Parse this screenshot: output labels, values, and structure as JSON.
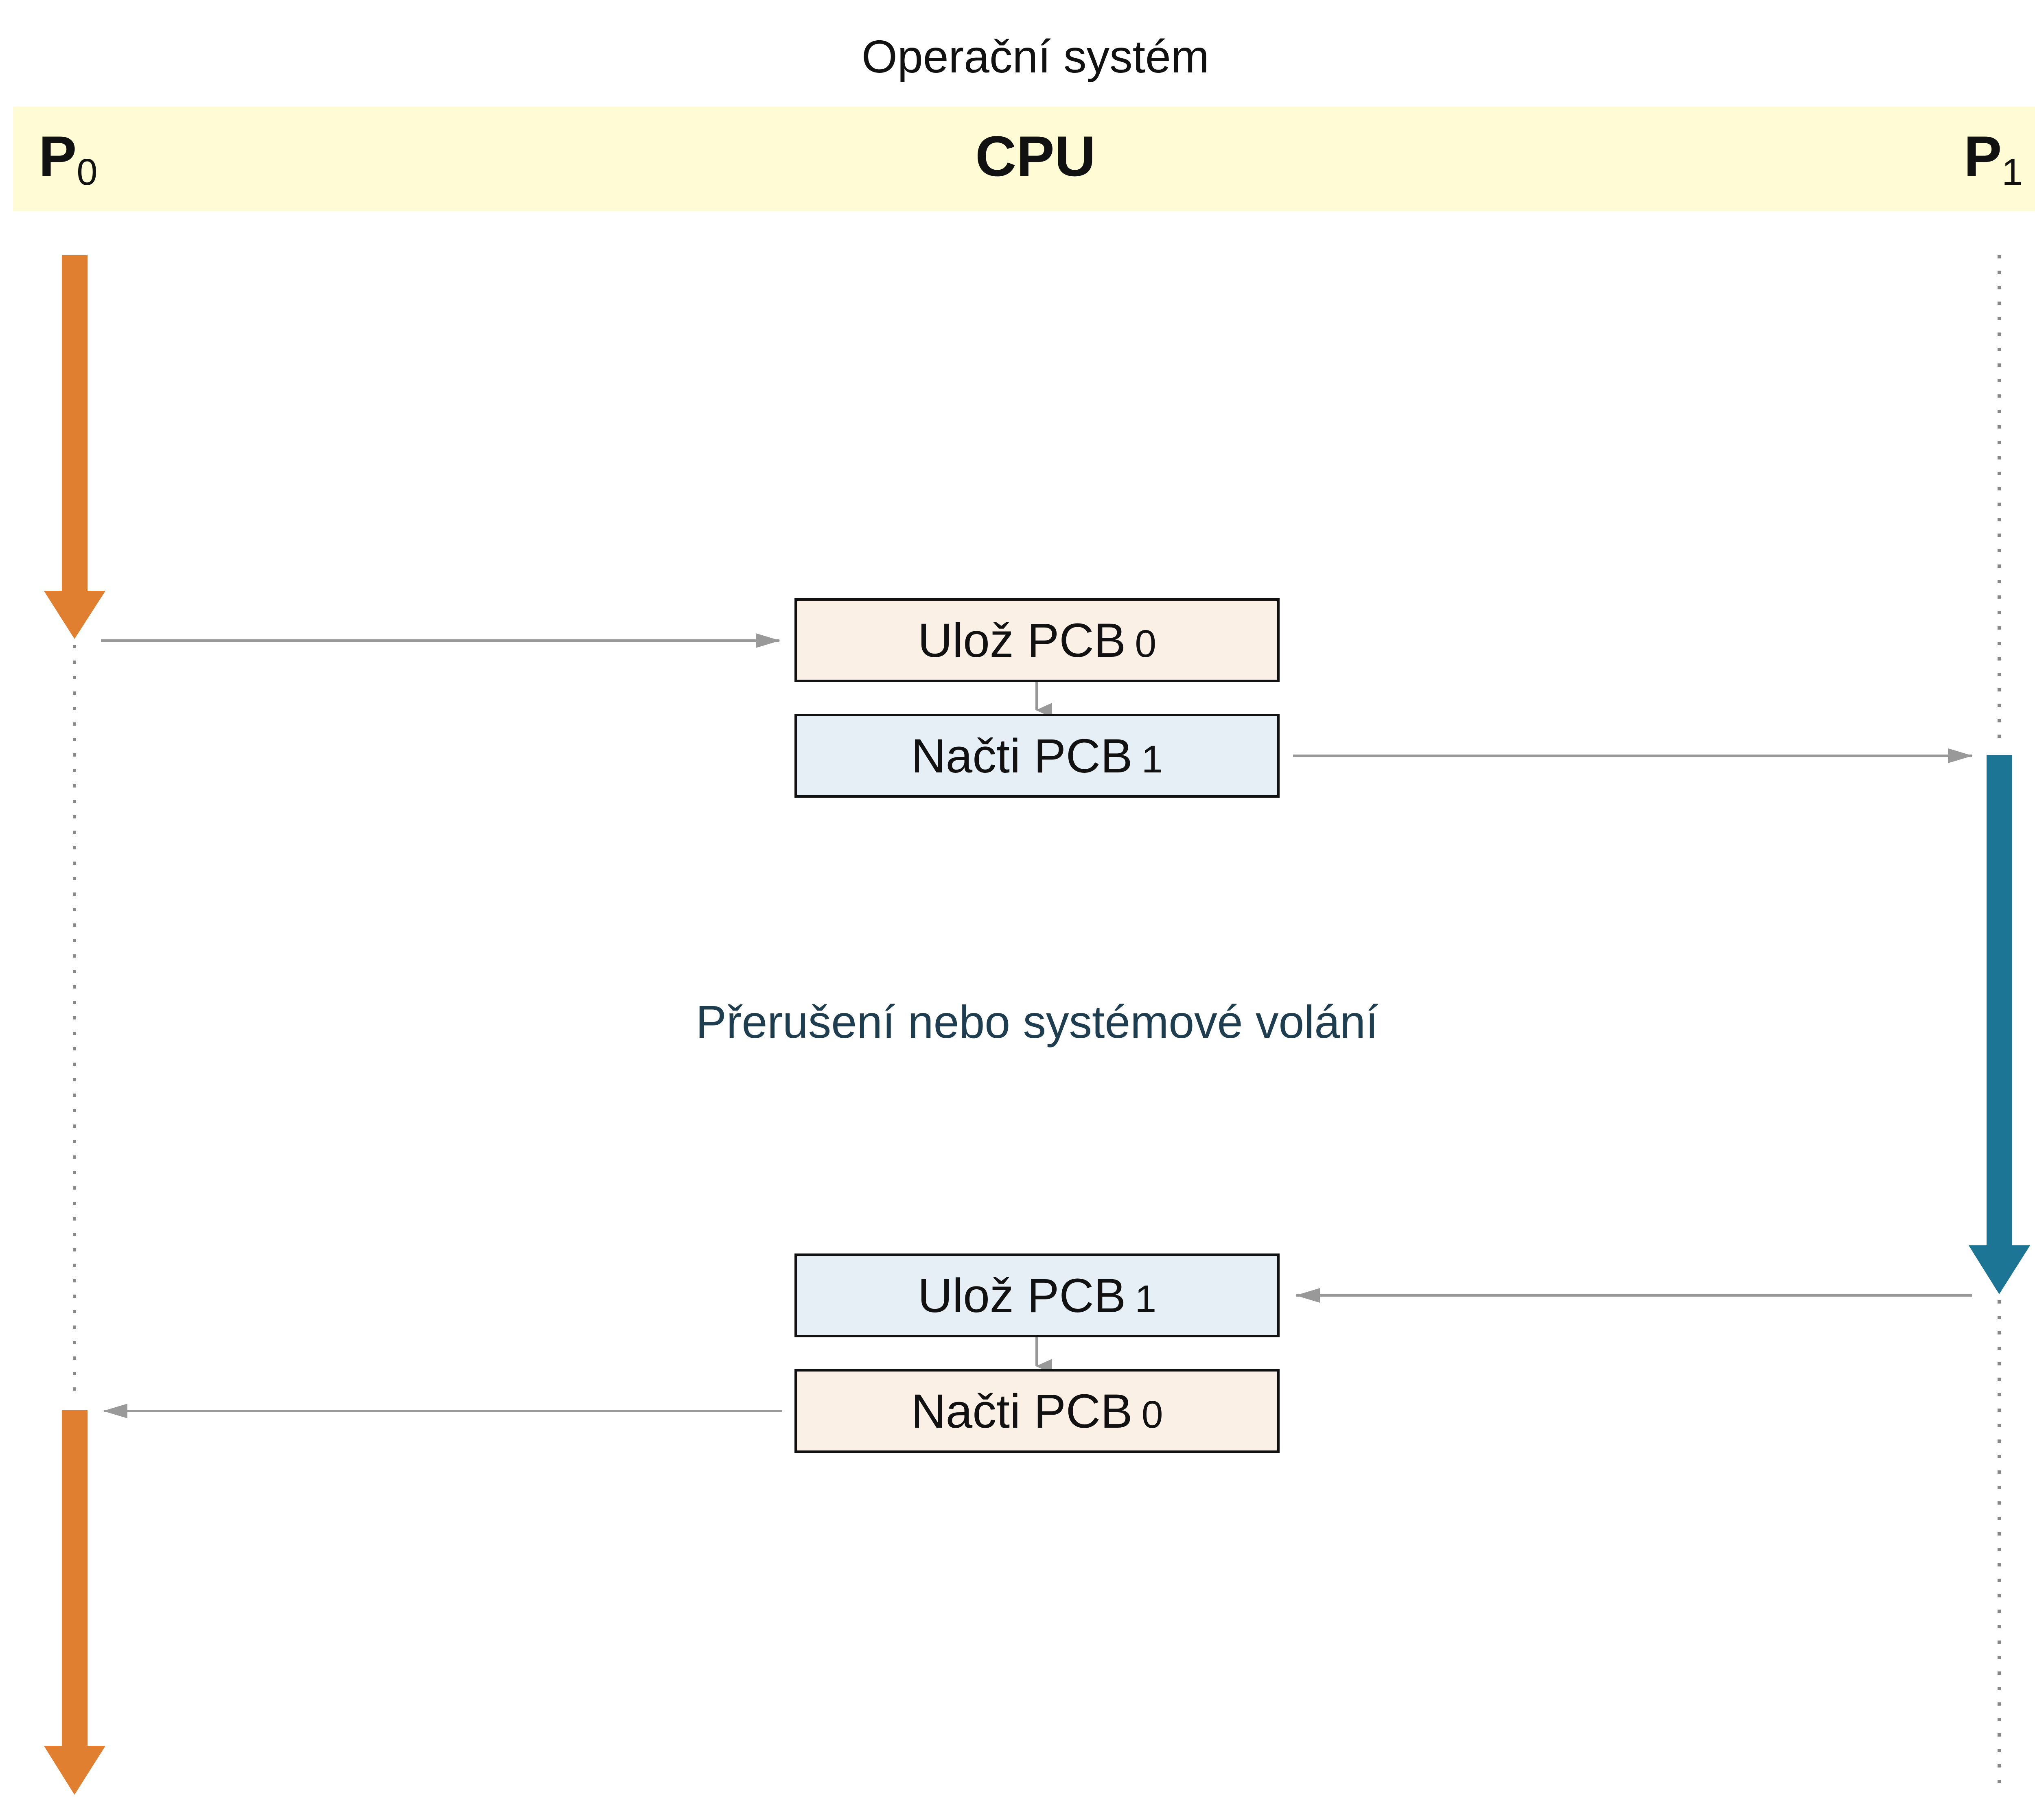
{
  "title": "Operační systém",
  "header": {
    "left": {
      "letter": "P",
      "sub": "0"
    },
    "center": "CPU",
    "right": {
      "letter": "P",
      "sub": "1"
    }
  },
  "boxes": [
    {
      "id": "save0",
      "label": "Ulož PCB",
      "num": "0"
    },
    {
      "id": "load1",
      "label": "Načti PCB",
      "num": "1"
    },
    {
      "id": "save1",
      "label": "Ulož PCB",
      "num": "1"
    },
    {
      "id": "load0",
      "label": "Načti PCB",
      "num": "0"
    }
  ],
  "note": "Přerušení nebo systémové volání",
  "colors": {
    "header_band": "#fffbd4",
    "p0": "#e07f30",
    "p1": "#1d7595",
    "pcb0_fill": "#fbf0e6",
    "pcb1_fill": "#e6eff5",
    "connector": "#999999",
    "note_text": "#1e3d4f"
  }
}
